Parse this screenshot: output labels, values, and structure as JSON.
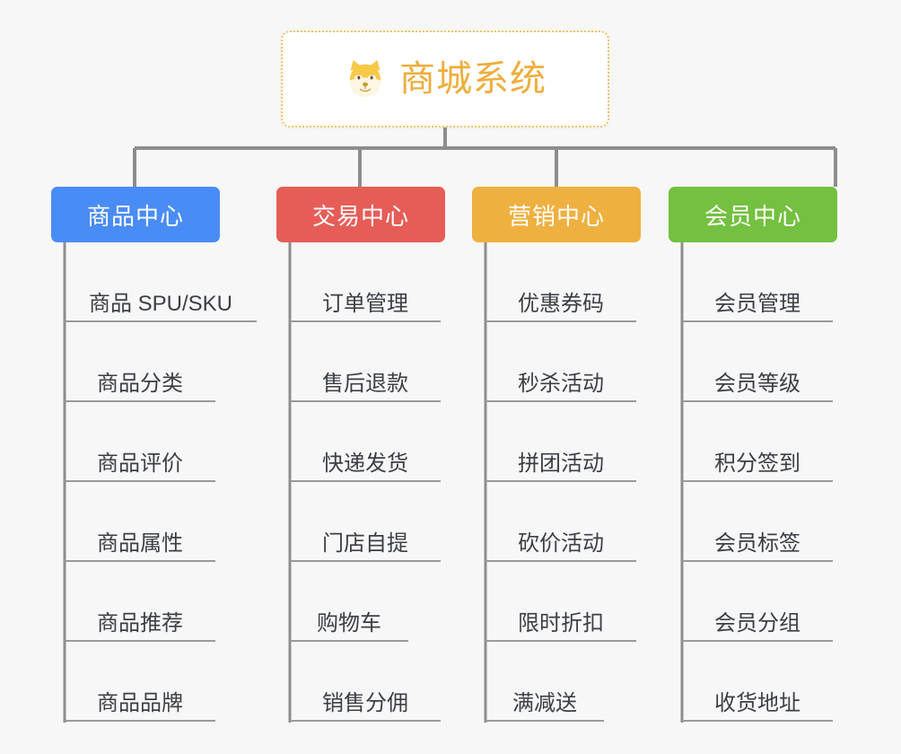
{
  "page": {
    "background_color": "#f7f7f7",
    "type": "mindmap"
  },
  "root": {
    "title": "商城系统",
    "icon": "shiba-dog-face-emoji",
    "text_color": "#eead3c",
    "border_color": "#f0c069",
    "background_color": "#ffffff"
  },
  "branches": [
    {
      "label": "商品中心",
      "color": "#4a8cf5",
      "leaves": [
        "商品 SPU/SKU",
        "商品分类",
        "商品评价",
        "商品属性",
        "商品推荐",
        "商品品牌"
      ]
    },
    {
      "label": "交易中心",
      "color": "#e65d57",
      "leaves": [
        "订单管理",
        "售后退款",
        "快递发货",
        "门店自提",
        "购物车",
        "销售分佣"
      ]
    },
    {
      "label": "营销中心",
      "color": "#eeb03f",
      "leaves": [
        "优惠券码",
        "秒杀活动",
        "拼团活动",
        "砍价活动",
        "限时折扣",
        "满减送"
      ]
    },
    {
      "label": "会员中心",
      "color": "#74c040",
      "leaves": [
        "会员管理",
        "会员等级",
        "积分签到",
        "会员标签",
        "会员分组",
        "收货地址"
      ]
    }
  ],
  "connector": {
    "color": "#8d8d8d"
  }
}
